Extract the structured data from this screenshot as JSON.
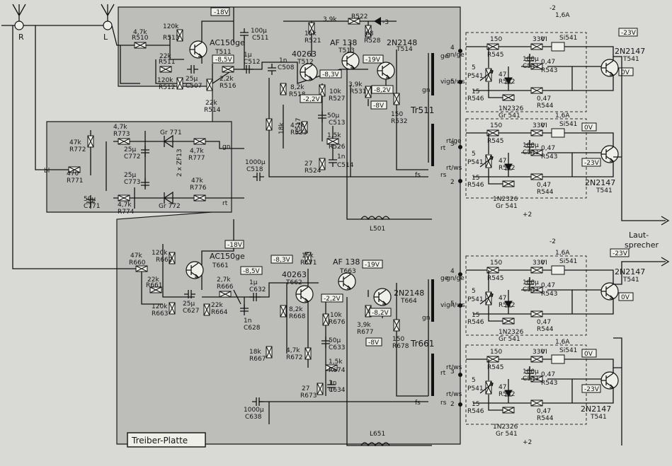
{
  "input_labels": {
    "right": "R",
    "left": "L"
  },
  "board_label": "Treiber-Platte",
  "output_label": {
    "line1": "Laut-",
    "line2": "sprecher"
  },
  "voltage_tags": {
    "m18_top": "-18V",
    "m8_5_top": "-8,5V",
    "m8_3_top": "-8,3V",
    "m19_top": "-19V",
    "m2_2_top": "-2,2V",
    "m8_2_top": "-8,2V",
    "m8_top": "-8V",
    "m3_top": "-3",
    "m18_bot": "-18V",
    "m8_5_bot": "-8,5V",
    "m8_3_bot": "-8,3V",
    "m19_bot": "-19V",
    "m2_2_bot": "-2,2V",
    "m8_2_bot": "-8,2V",
    "m8_bot": "-8V",
    "out1_a": "-23V",
    "out1_b": "0V",
    "out2_a": "0V",
    "out2_b": "-23V",
    "out3_a": "-23V",
    "out3_b": "0V",
    "out4_a": "0V",
    "out4_b": "-23V"
  },
  "top_channel": {
    "r510": {
      "value": "4,7k",
      "name": "R510"
    },
    "r513": {
      "value": "120k",
      "name": "R513"
    },
    "r511": {
      "value": "22k",
      "name": "R511"
    },
    "r512": {
      "value": "120k",
      "name": "R512"
    },
    "c507": {
      "value": "25µ",
      "name": "C507"
    },
    "r516": {
      "value": "2,2k",
      "name": "R516"
    },
    "r514": {
      "value": "22k",
      "name": "R514"
    },
    "t511": {
      "type": "AC150ge",
      "name": "T511"
    },
    "c511": {
      "value": "100µ",
      "name": "C511"
    },
    "r521": {
      "value": "15k",
      "name": "R521"
    },
    "r522_val": "3,9k",
    "r522_name": "R522",
    "r528": {
      "value": "68",
      "name": "R528"
    },
    "c512": {
      "value": "1µ",
      "name": "C512"
    },
    "c508": {
      "value": "1n",
      "name": "C508"
    },
    "t512": {
      "type": "40263",
      "name": "T512"
    },
    "t513": {
      "type": "AF 138",
      "name": "T513"
    },
    "t514": {
      "type": "2N2148",
      "name": "T514"
    },
    "r518": {
      "value": "8,2k",
      "name": "R518"
    },
    "r517": {
      "value": "18k",
      "name": "R517"
    },
    "r527": {
      "value": "10k",
      "name": "R527"
    },
    "c513": {
      "value": "50µ",
      "name": "C513"
    },
    "r523": {
      "value": "4,7k",
      "name": "R523"
    },
    "r526": {
      "value": "1,5k",
      "name": "R526"
    },
    "c514": {
      "value": "1n",
      "name": "C514"
    },
    "r524": {
      "value": "27",
      "name": "R524"
    },
    "r531": {
      "value": "3,9k",
      "name": "R531"
    },
    "r532": {
      "value": "150",
      "name": "R532"
    },
    "c518": {
      "value": "1000µ",
      "name": "C518"
    },
    "l501": "L501",
    "tr511": "Tr511"
  },
  "mixer": {
    "r772": {
      "value": "47k",
      "name": "R772"
    },
    "r771": {
      "value": "470",
      "name": "R771"
    },
    "c771": {
      "value": "50µ",
      "name": "C771"
    },
    "r773": {
      "value": "4,7k",
      "name": "R773"
    },
    "c772": {
      "value": "25µ",
      "name": "C772"
    },
    "gr771": "Gr 771",
    "r777": {
      "value": "4,7k",
      "name": "R777"
    },
    "zf13": "2 x ZF13",
    "c773": {
      "value": "25µ",
      "name": "C773"
    },
    "r774": {
      "value": "4,7k",
      "name": "R774"
    },
    "gr772": "Gr 772",
    "r776": {
      "value": "47k",
      "name": "R776"
    },
    "bl": "bl",
    "gn": "gn",
    "rt": "rt"
  },
  "bottom_channel": {
    "r660": {
      "value": "47k",
      "name": "R660"
    },
    "r662": {
      "value": "120k",
      "name": "R662"
    },
    "r661": {
      "value": "22k",
      "name": "R661"
    },
    "r663": {
      "value": "120k",
      "name": "R663"
    },
    "c627": {
      "value": "25µ",
      "name": "C627"
    },
    "r666": {
      "value": "2,7k",
      "name": "R666"
    },
    "r664": {
      "value": "22k",
      "name": "R664"
    },
    "t661": {
      "type": "AC150ge",
      "name": "T661"
    },
    "c632": {
      "value": "1µ",
      "name": "C632"
    },
    "c628": {
      "value": "1n",
      "name": "C628"
    },
    "t662": {
      "type": "40263",
      "name": "T662"
    },
    "t663": {
      "type": "AF 138",
      "name": "T663"
    },
    "t664": {
      "type": "2N2148",
      "name": "T664"
    },
    "r671": {
      "value": "15k",
      "name": "R671"
    },
    "r668": {
      "value": "8,2k",
      "name": "R668"
    },
    "r667": {
      "value": "18k",
      "name": "R667"
    },
    "r676": {
      "value": "10k",
      "name": "R676"
    },
    "c633": {
      "value": "50µ",
      "name": "C633"
    },
    "r672": {
      "value": "4,7k",
      "name": "R672"
    },
    "r674": {
      "value": "1,5k",
      "name": "R674"
    },
    "c634": {
      "value": "1n",
      "name": "C634"
    },
    "r673": {
      "value": "27",
      "name": "R673"
    },
    "r677": {
      "value": "3,9k",
      "name": "R677"
    },
    "r678": {
      "value": "150",
      "name": "R678"
    },
    "c638": {
      "value": "1000µ",
      "name": "C638"
    },
    "l651": "L651",
    "tr661": "Tr661"
  },
  "transformer_pins": {
    "upper": {
      "p4": "4",
      "p5": "5",
      "p3": "3",
      "p2": "2",
      "ge": "ge",
      "vi": "vi",
      "gn": "gn",
      "rt": "rt",
      "rs": "rs",
      "fs": "fs"
    },
    "lower": {
      "p4": "4",
      "p5": "5",
      "p3": "3",
      "p2": "2",
      "ge": "ge",
      "vi": "vi",
      "gn": "gn",
      "rt": "rt",
      "rs": "rs",
      "fs": "fs"
    }
  },
  "output_stages": [
    {
      "r545": "150",
      "r545n": "R545",
      "r541": "330",
      "r541n": "R541",
      "fuse": "1,6A",
      "fuse_n": "Si541",
      "vi": "VI",
      "c541": "100µ",
      "c541n": "C541",
      "r543": "0,47",
      "r543n": "R543",
      "p541": "P541",
      "p_val": "5",
      "r542": "47",
      "r542n": "R542",
      "r546": "15",
      "r546n": "R546",
      "r544": "0,47",
      "r544n": "R544",
      "diode": "1N2326",
      "gr": "Gr 541",
      "t": "2N2147",
      "tn": "T541",
      "lead1": "gn/ge",
      "lead2": "gn/ws",
      "supply": "-2"
    },
    {
      "r545": "150",
      "r545n": "R545",
      "r541": "330",
      "r541n": "R541",
      "fuse": "1,6A",
      "fuse_n": "Si541",
      "vi": "VI",
      "c541": "100µ",
      "c541n": "C541",
      "r543": "0,47",
      "r543n": "R543",
      "p541": "P541",
      "p_val": "5",
      "r542": "47",
      "r542n": "R542",
      "r546": "15",
      "r546n": "R546",
      "r544": "0,47",
      "r544n": "R544",
      "diode": "1N2326",
      "gr": "Gr 541",
      "t": "2N2147",
      "tn": "T541",
      "lead1": "rt/ge",
      "lead2": "rt/ws",
      "supply": "+2"
    },
    {
      "r545": "150",
      "r545n": "R545",
      "r541": "330",
      "r541n": "R541",
      "fuse": "1,6A",
      "fuse_n": "Si541",
      "vi": "VI",
      "c541": "100µ",
      "c541n": "C541",
      "r543": "0,47",
      "r543n": "R543",
      "p541": "P541",
      "p_val": "5",
      "r542": "47",
      "r542n": "R542",
      "r546": "15",
      "r546n": "R546",
      "r544": "0,47",
      "r544n": "R544",
      "diode": "1N2326",
      "gr": "Gr 541",
      "t": "2N2147",
      "tn": "T541",
      "lead1": "gn/ge",
      "lead2": "gn/ws",
      "supply": "-2"
    },
    {
      "r545": "150",
      "r545n": "R545",
      "r541": "330",
      "r541n": "R541",
      "fuse": "1,6A",
      "fuse_n": "Si541",
      "vi": "VI",
      "c541": "100µ",
      "c541n": "C541",
      "r543": "0,47",
      "r543n": "R543",
      "p541": "P541",
      "p_val": "5",
      "r542": "47",
      "r542n": "R542",
      "r546": "15",
      "r546n": "R546",
      "r544": "0,47",
      "r544n": "R544",
      "diode": "1N2326",
      "gr": "Gr 541",
      "t": "2N2147",
      "tn": "T541",
      "lead1": "rt/ws",
      "lead2": "rt/ws",
      "supply": "+2"
    }
  ]
}
